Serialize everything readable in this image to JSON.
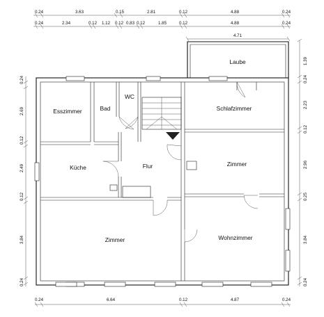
{
  "rooms": {
    "laube": "Laube",
    "esszimmer": "Esszimmer",
    "bad": "Bad",
    "wc": "WC",
    "schlafzimmer": "Schlafzimmer",
    "kueche": "Küche",
    "flur": "Flur",
    "zimmer_mid": "Zimmer",
    "zimmer_large": "Zimmer",
    "wohnzimmer": "Wohnzimmer"
  },
  "dims": {
    "top1": [
      "0.24",
      "3.63",
      "0.15",
      "2.81",
      "0.12",
      "4.88",
      "0.24"
    ],
    "top2": [
      "0.24",
      "2.34",
      "0.12",
      "1.12",
      "0.12",
      "0.83",
      "0.12",
      "1.85",
      "0.12",
      "4.88",
      "0.24"
    ],
    "laube_width": "4.71",
    "left": [
      "0.24",
      "2.69",
      "0.12",
      "2.49",
      "0.12",
      "3.84",
      "0.24"
    ],
    "right": [
      "1.39",
      "0.24",
      "2.23",
      "0.12",
      "2.96",
      "0.25",
      "3.84",
      "0.24"
    ],
    "bottom": [
      "0.24",
      "6.64",
      "0.12",
      "4.87",
      "0.24"
    ]
  }
}
